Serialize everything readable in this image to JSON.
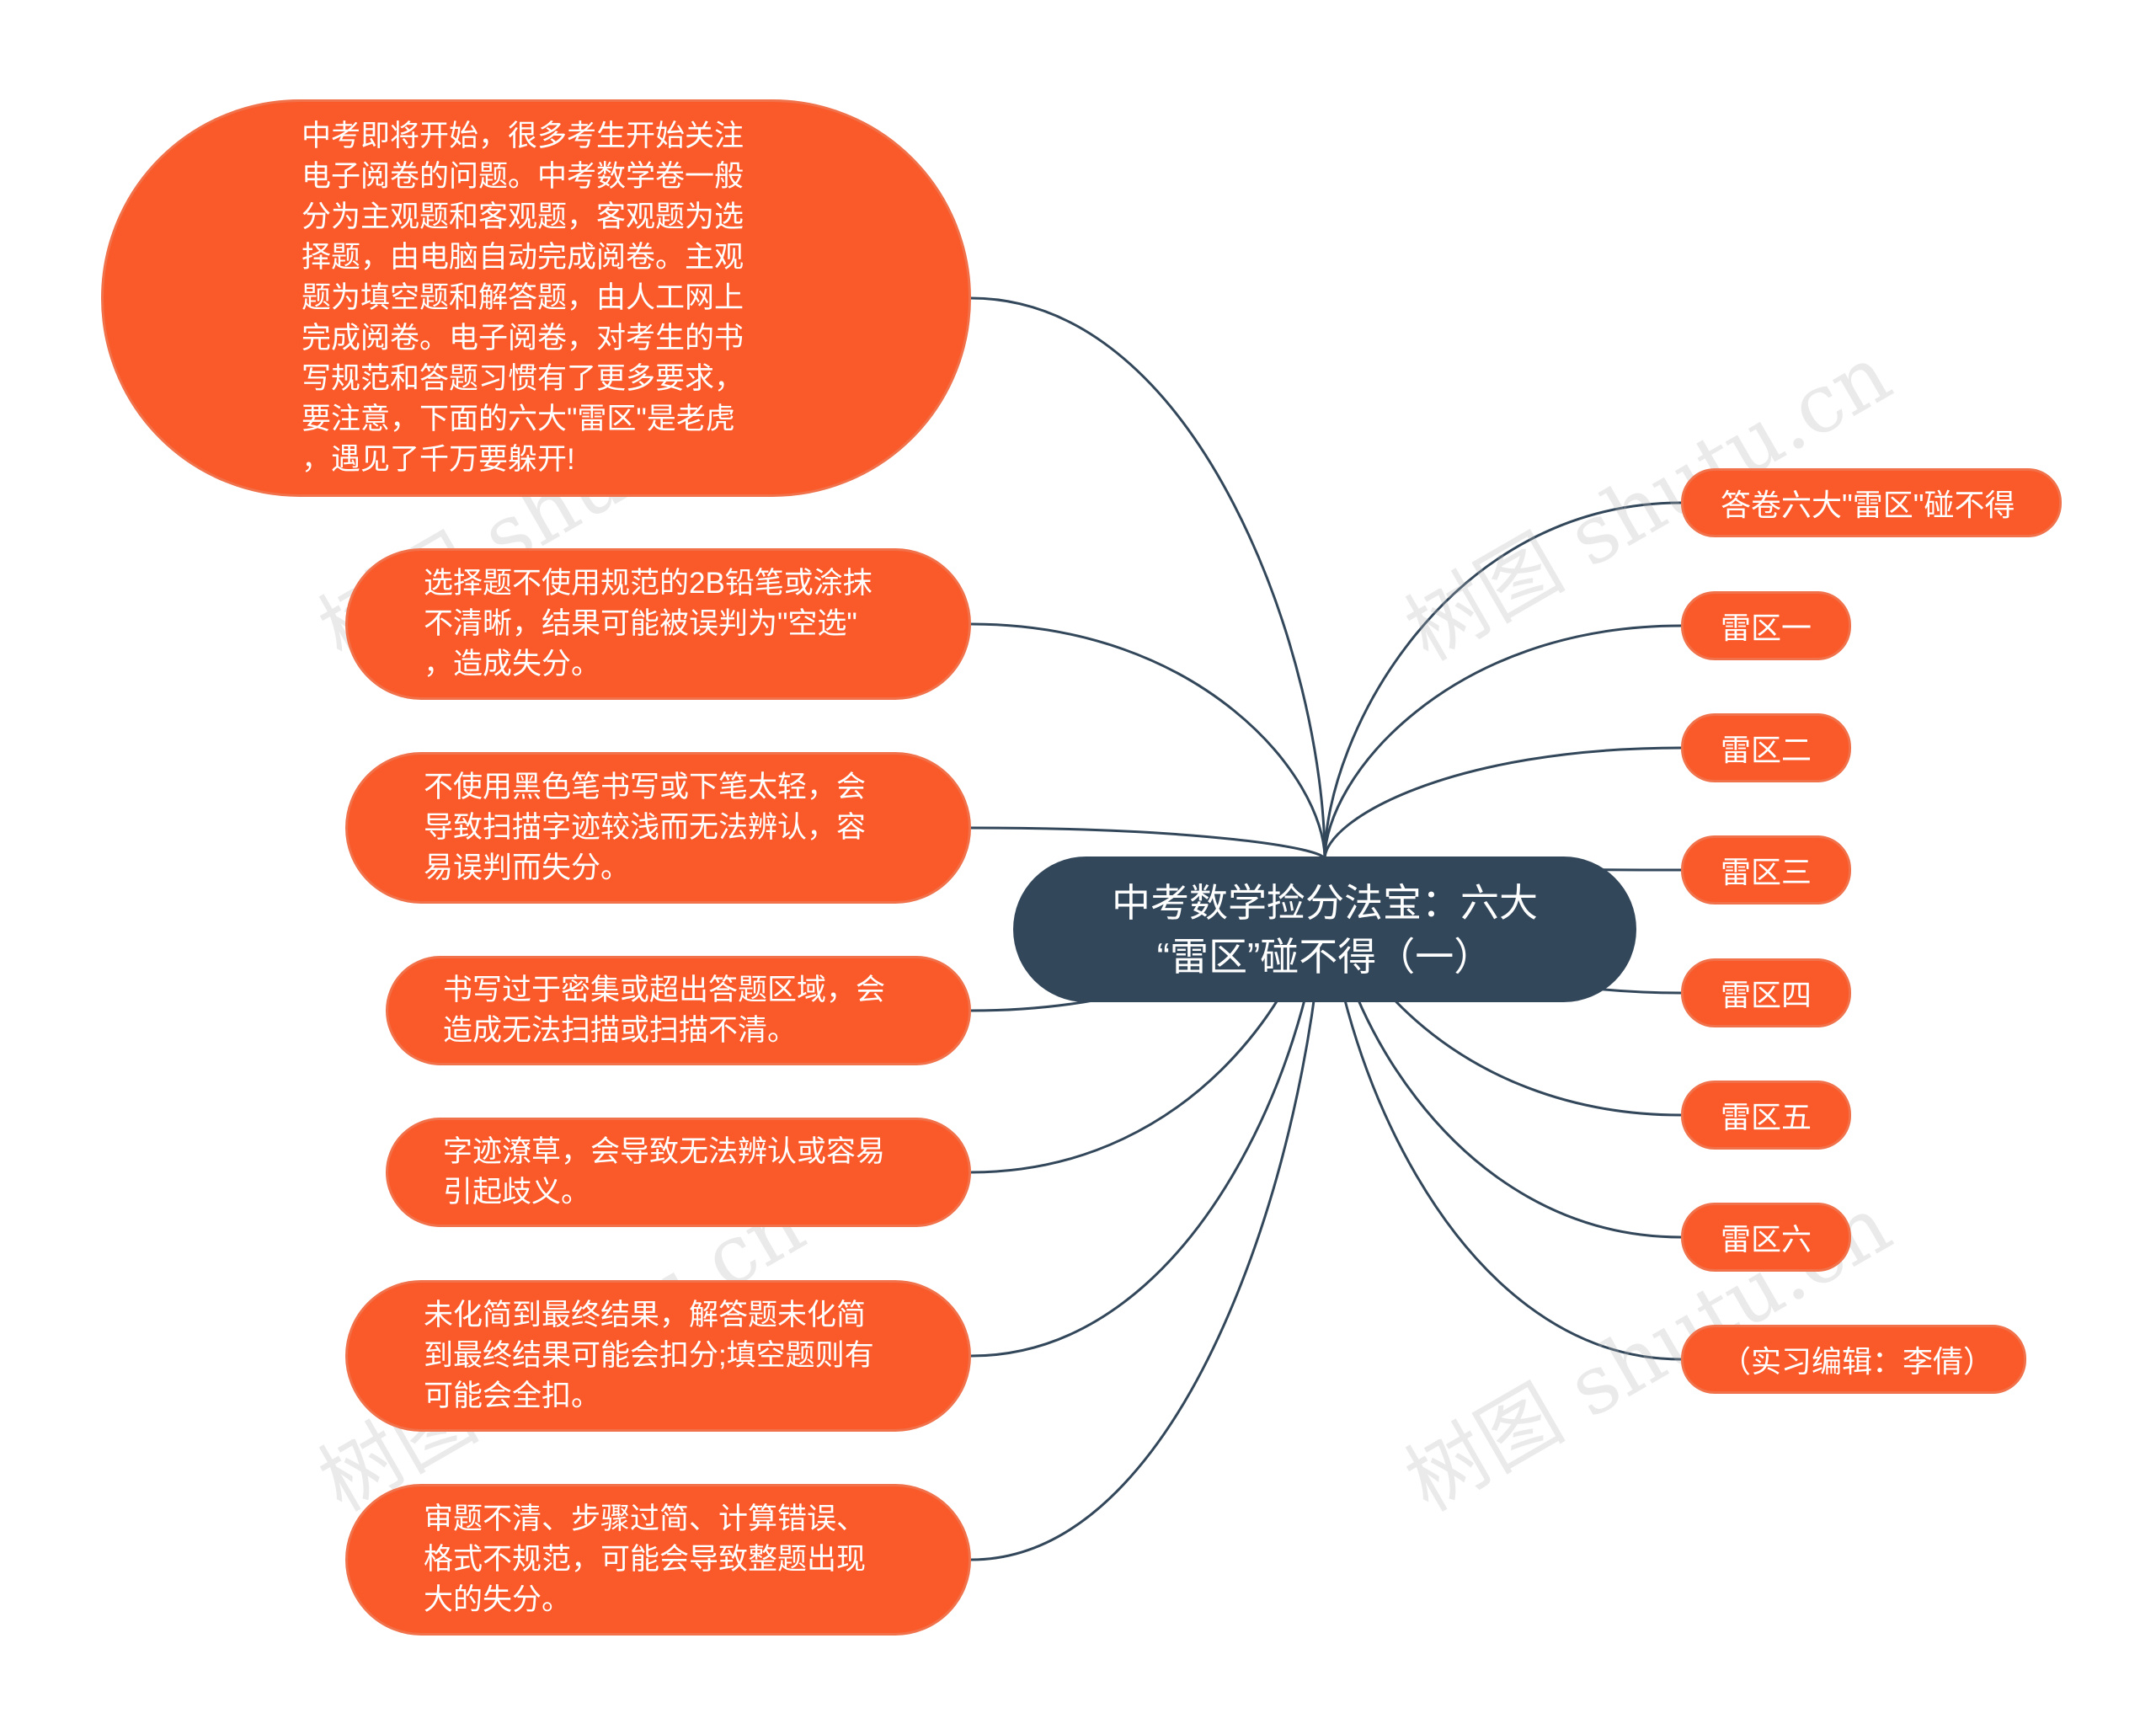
{
  "center": {
    "title": "中考数学捡分法宝：六大\n“雷区”碰不得（一）"
  },
  "left_nodes": [
    {
      "text": "中考即将开始，很多考生开始关注\n电子阅卷的问题。中考数学卷一般\n分为主观题和客观题，客观题为选\n择题，由电脑自动完成阅卷。主观\n题为填空题和解答题，由人工网上\n完成阅卷。电子阅卷，对考生的书\n写规范和答题习惯有了更多要求，\n要注意，下面的六大\"雷区\"是老虎\n，遇见了千万要躲开!"
    },
    {
      "text": "选择题不使用规范的2B铅笔或涂抹\n不清晰，结果可能被误判为\"空选\"\n，造成失分。"
    },
    {
      "text": "不使用黑色笔书写或下笔太轻，会\n导致扫描字迹较浅而无法辨认，容\n易误判而失分。"
    },
    {
      "text": "书写过于密集或超出答题区域，会\n造成无法扫描或扫描不清。"
    },
    {
      "text": "字迹潦草，会导致无法辨认或容易\n引起歧义。"
    },
    {
      "text": "未化简到最终结果，解答题未化简\n到最终结果可能会扣分;填空题则有\n可能会全扣。"
    },
    {
      "text": "审题不清、步骤过简、计算错误、\n格式不规范，可能会导致整题出现\n大的失分。"
    }
  ],
  "right_nodes": [
    {
      "text": "答卷六大\"雷区\"碰不得"
    },
    {
      "text": "雷区一"
    },
    {
      "text": "雷区二"
    },
    {
      "text": "雷区三"
    },
    {
      "text": "雷区四"
    },
    {
      "text": "雷区五"
    },
    {
      "text": "雷区六"
    },
    {
      "text": "（实习编辑：李倩）"
    }
  ],
  "watermark": "树图 shutu.cn",
  "colors": {
    "node_fill": "#fa5a2a",
    "center_fill": "#33475b",
    "link": "#33475b",
    "text": "#ffffff"
  }
}
